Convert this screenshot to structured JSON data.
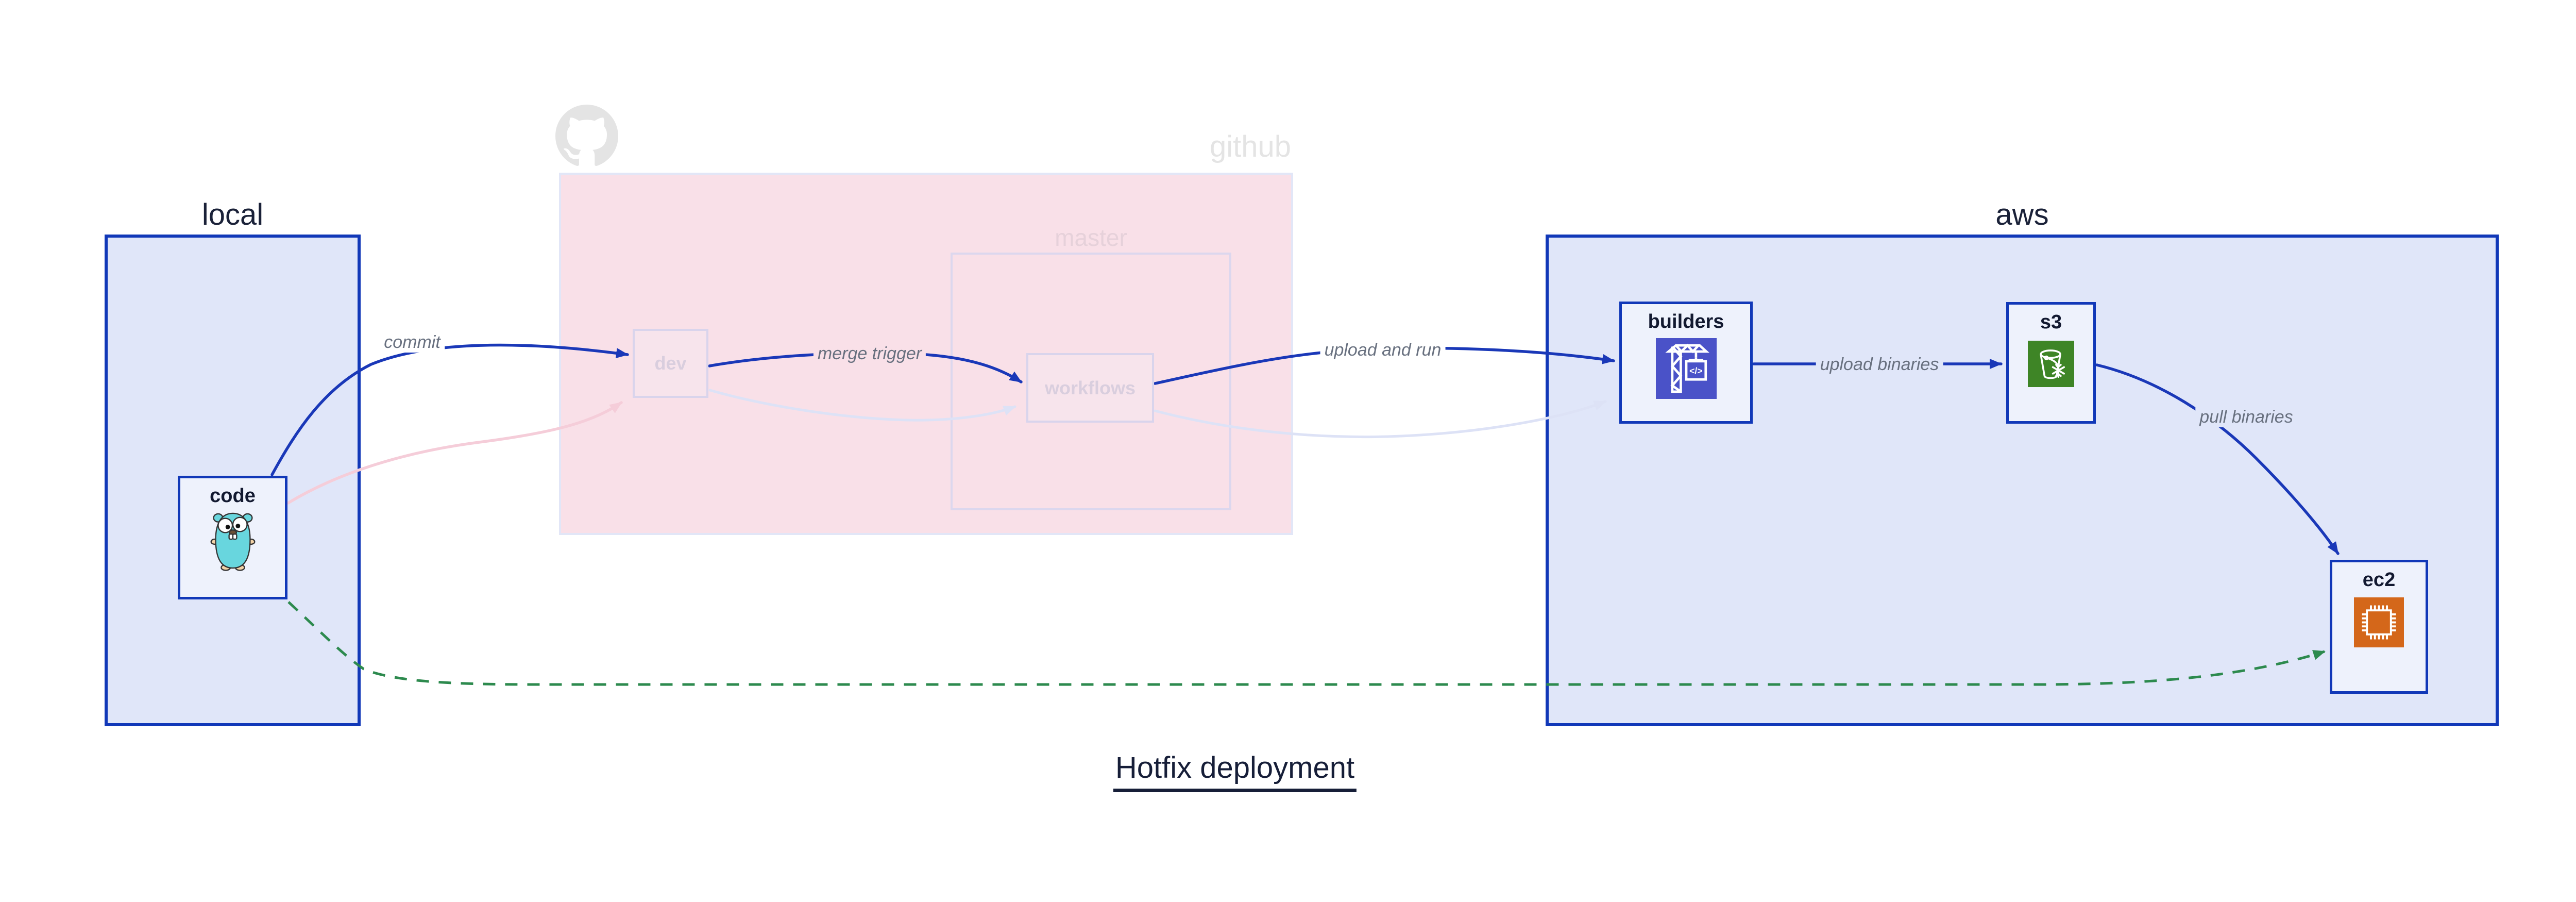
{
  "title": {
    "text": "Hotfix deployment"
  },
  "containers": {
    "local": {
      "label": "local"
    },
    "github": {
      "label": "github"
    },
    "master": {
      "label": "master"
    },
    "aws": {
      "label": "aws"
    }
  },
  "nodes": {
    "code": {
      "label": "code",
      "icon": "go-gopher-icon"
    },
    "dev": {
      "label": "dev"
    },
    "workflows": {
      "label": "workflows"
    },
    "builders": {
      "label": "builders",
      "icon": "codebuild-crane-icon"
    },
    "s3": {
      "label": "s3",
      "icon": "s3-bucket-snowflake-icon"
    },
    "ec2": {
      "label": "ec2",
      "icon": "ec2-chip-icon"
    }
  },
  "edges": {
    "commit": {
      "label": "commit",
      "style": "solid-blue"
    },
    "merge_trigger": {
      "label": "merge trigger",
      "style": "solid-blue"
    },
    "upload_and_run": {
      "label": "upload and run",
      "style": "solid-blue"
    },
    "upload_binaries": {
      "label": "upload binaries",
      "style": "solid-blue"
    },
    "pull_binaries": {
      "label": "pull binaries",
      "style": "solid-blue"
    },
    "hotfix_direct": {
      "label": "",
      "style": "dashed-green",
      "from": "code",
      "to": "ec2"
    },
    "faded_commit": {
      "label": "",
      "style": "faded-pink",
      "from": "code",
      "to": "dev"
    },
    "faded_merge": {
      "label": "",
      "style": "faded-lavender",
      "from": "dev",
      "to": "workflows"
    },
    "faded_upload": {
      "label": "",
      "style": "faded-lavender",
      "from": "workflows",
      "to": "builders"
    }
  },
  "theme": {
    "blue_edge": "#1a38b8",
    "green_edge": "#2d8a4e",
    "faded_pink_edge": "#f5cdd9",
    "faded_lavender_edge": "#dde2f6",
    "box_border_blue": "#1138b8",
    "box_fill_blue": "#e0e6f9",
    "node_fill_light": "#eef2fc",
    "github_box_fill": "#f9e0e8",
    "github_box_border": "#e2e6f7",
    "faded_node_fill": "#f7e4ec",
    "faded_node_border": "#d9d4ec",
    "faded_node_text": "#d9cede",
    "master_label": "#e6d1da",
    "watermark": "#e4e4e4",
    "node_label": "#121930",
    "container_label": "#1a2138",
    "edge_label": "#68707f",
    "title": "#161e38",
    "codebuild_indigo": "#4a52c8",
    "s3_green": "#3e8526",
    "ec2_orange": "#d4671a",
    "gopher_teal": "#68d6de",
    "gopher_skin": "#f3d3a7"
  }
}
